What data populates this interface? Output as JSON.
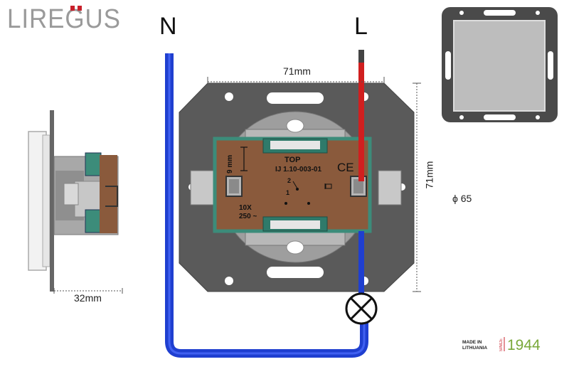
{
  "brand": {
    "logo_text": "LIREGUS"
  },
  "wires": {
    "neutral_label": "N",
    "live_label": "L"
  },
  "dimensions": {
    "width": "71mm",
    "height": "71mm",
    "depth": "32mm",
    "diameter": "ϕ 65"
  },
  "switch_label": {
    "top": "TOP",
    "model": "IJ 1.10-003-01",
    "ce": "CE",
    "strip": "9 mm",
    "rating_current": "10X",
    "rating_voltage": "250 ~",
    "terminal_2": "2",
    "terminal_1": "1"
  },
  "footer": {
    "made_in_line1": "MADE IN",
    "made_in_line2": "LITHUANIA",
    "since": "SINCE",
    "year": "1944"
  },
  "colors": {
    "neutral_wire": "#1f3fd0",
    "live_wire": "#d01f1f",
    "frame": "#595959",
    "body": "#8a5a3c",
    "accent_red": "#c8202b",
    "year_green": "#7aa83a"
  }
}
